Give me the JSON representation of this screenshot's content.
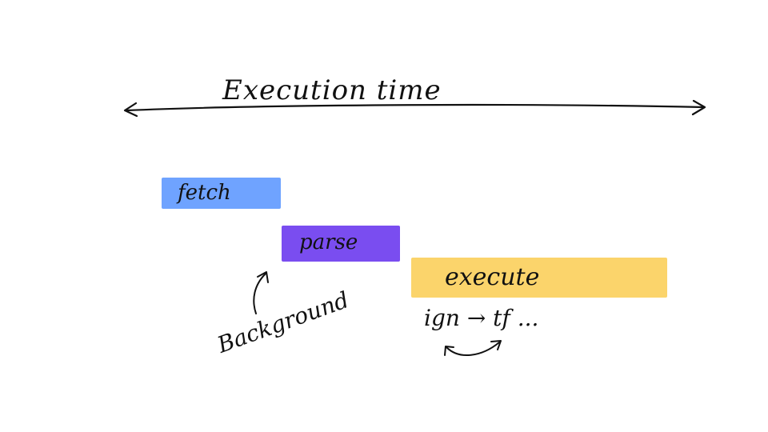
{
  "title": "Execution time",
  "stages": [
    {
      "label": "fetch",
      "color": "#6fa3ff"
    },
    {
      "label": "parse",
      "color": "#7a4df0"
    },
    {
      "label": "execute",
      "color": "#fbd46b"
    }
  ],
  "annotations": {
    "background": "Background",
    "ign_to_tf": "ign → tf ..."
  },
  "icons": {
    "timeline_arrow": "double-headed-arrow-icon",
    "background_arrow": "curved-arrow-icon",
    "swap_arrow": "curved-double-arrow-icon"
  }
}
